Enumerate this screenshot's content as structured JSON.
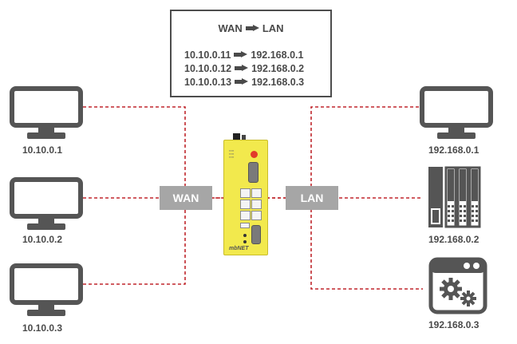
{
  "nat_table": {
    "header_left": "WAN",
    "header_right": "LAN",
    "rows": [
      {
        "wan": "10.10.0.11",
        "lan": "192.168.0.1"
      },
      {
        "wan": "10.10.0.12",
        "lan": "192.168.0.2"
      },
      {
        "wan": "10.10.0.13",
        "lan": "192.168.0.3"
      }
    ]
  },
  "wan": {
    "tag": "WAN",
    "devices": [
      {
        "icon": "monitor-icon",
        "ip": "10.10.0.1"
      },
      {
        "icon": "monitor-icon",
        "ip": "10.10.0.2"
      },
      {
        "icon": "monitor-icon",
        "ip": "10.10.0.3"
      }
    ]
  },
  "lan": {
    "tag": "LAN",
    "devices": [
      {
        "icon": "monitor-icon",
        "ip": "192.168.0.1"
      },
      {
        "icon": "plc-icon",
        "ip": "192.168.0.2"
      },
      {
        "icon": "settings-window-icon",
        "ip": "192.168.0.3"
      }
    ]
  },
  "router": {
    "brand": "mbNET",
    "icon": "router-icon"
  },
  "colors": {
    "line": "#c0272d",
    "device": "#555555",
    "tag_bg": "#a6a6a6",
    "router": "#f2e94d",
    "text": "#4a4a4a"
  }
}
